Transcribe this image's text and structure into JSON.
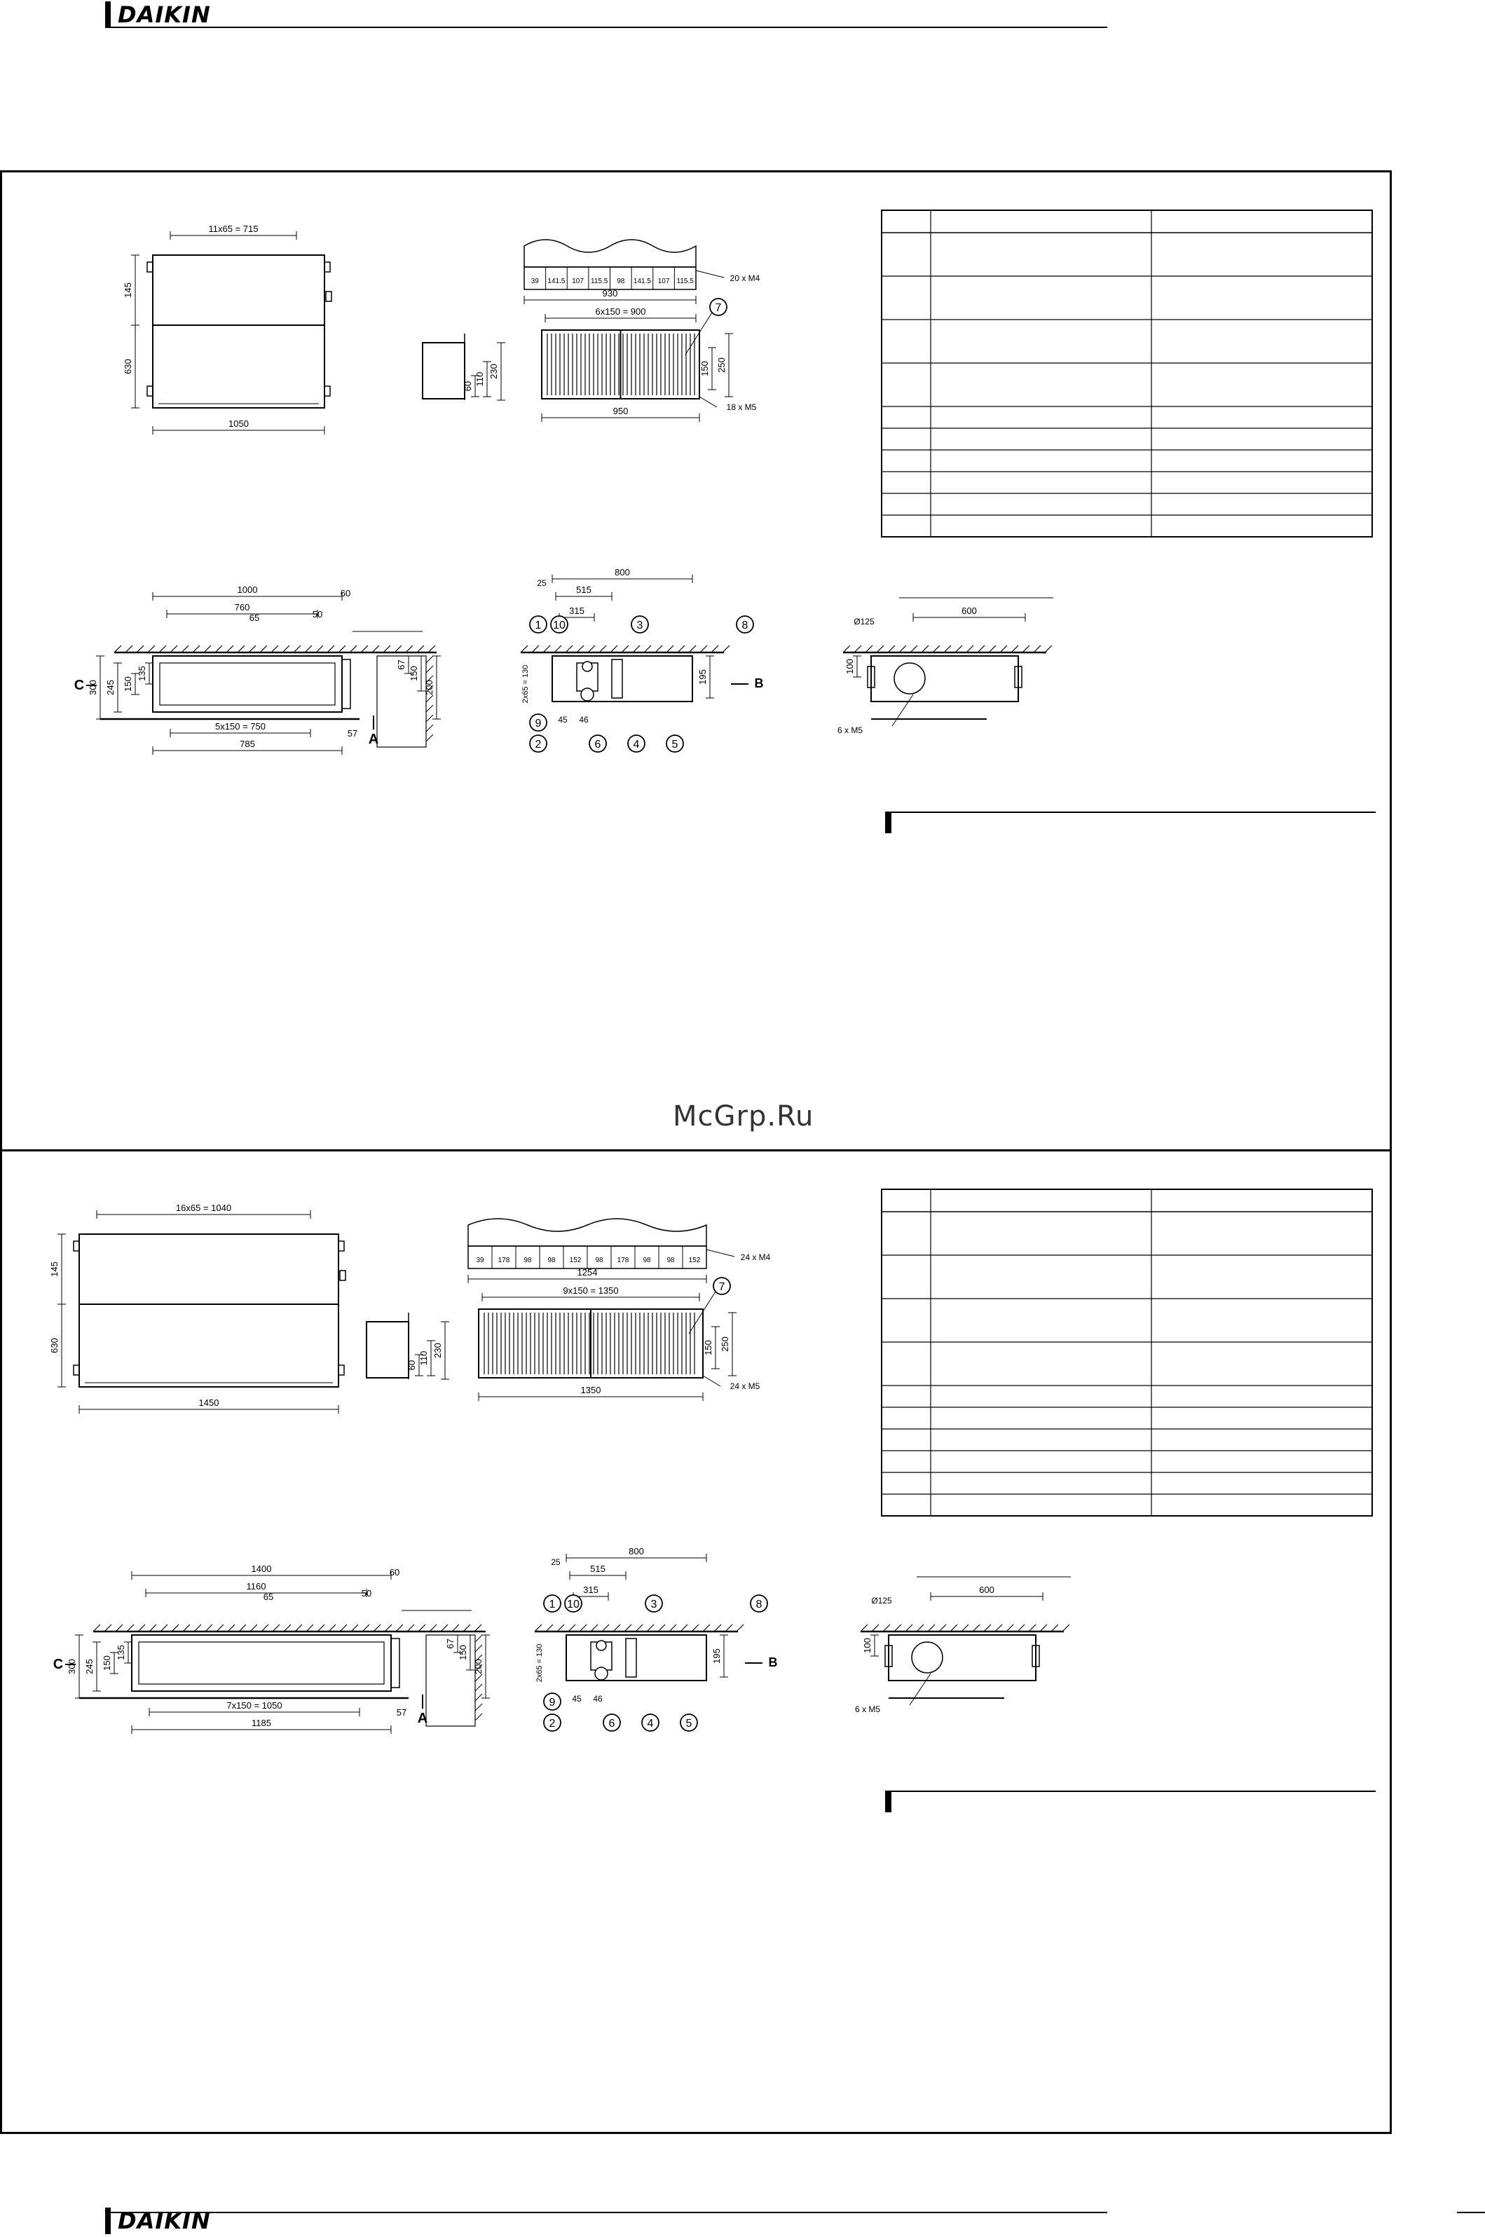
{
  "brand": {
    "name": "DAIKIN"
  },
  "watermark": {
    "text": "McGrp.Ru"
  },
  "section_a": {
    "top_view": {
      "span": "11x65 = 715",
      "depth": "1050",
      "left_top": "145",
      "left_bottom": "630"
    },
    "filter_top": {
      "cells": [
        "39",
        "141.5",
        "107",
        "115.5",
        "98",
        "141.5",
        "107",
        "115.5"
      ],
      "width": "930",
      "bolts": "20 x M4"
    },
    "filter_front": {
      "span": "6x150 = 900",
      "width": "950",
      "bolts": "18 x M5",
      "h1": "150",
      "h2": "250",
      "callout": "7"
    },
    "side_small": {
      "a": "60",
      "b": "110",
      "c": "230"
    },
    "front_view": {
      "top": "1000",
      "inner": "760",
      "d65": "65",
      "d60": "60",
      "d50": "50",
      "span": "5x150 = 750",
      "bottom": "785",
      "h300": "300",
      "h245": "245",
      "h150": "150",
      "h135": "135",
      "h67": "67",
      "h150r": "150",
      "h200": "200",
      "d57": "57",
      "label_c": "C",
      "label_a": "A"
    },
    "detail": {
      "d25": "25",
      "d800": "800",
      "d515": "515",
      "d315": "315",
      "d45": "45",
      "d46": "46",
      "d195": "195",
      "vert": "2x65 = 130",
      "label_b": "B",
      "callouts": [
        "1",
        "10",
        "3",
        "8",
        "9",
        "2",
        "6",
        "4",
        "5"
      ]
    },
    "round_view": {
      "dia": "Ø125",
      "d600": "600",
      "h100": "100",
      "bolts": "6 x M5"
    }
  },
  "section_b": {
    "top_view": {
      "span": "16x65 = 1040",
      "depth": "1450",
      "left_top": "145",
      "left_bottom": "630"
    },
    "filter_top": {
      "cells": [
        "39",
        "178",
        "98",
        "98",
        "152",
        "98",
        "178",
        "98",
        "98",
        "152"
      ],
      "width": "1254",
      "bolts": "24 x M4"
    },
    "filter_front": {
      "span": "9x150 = 1350",
      "width": "1350",
      "bolts": "24 x M5",
      "h1": "150",
      "h2": "250",
      "callout": "7"
    },
    "side_small": {
      "a": "60",
      "b": "110",
      "c": "230"
    },
    "front_view": {
      "top": "1400",
      "inner": "1160",
      "d65": "65",
      "d60": "60",
      "d50": "50",
      "span": "7x150 = 1050",
      "bottom": "1185",
      "h300": "300",
      "h245": "245",
      "h150": "150",
      "h135": "135",
      "h67": "67",
      "h150r": "150",
      "h200": "200",
      "d57": "57",
      "label_c": "C",
      "label_a": "A"
    },
    "detail": {
      "d25": "25",
      "d800": "800",
      "d515": "515",
      "d315": "315",
      "d45": "45",
      "d46": "46",
      "d195": "195",
      "vert": "2x65 = 130",
      "label_b": "B",
      "callouts": [
        "1",
        "10",
        "3",
        "8",
        "9",
        "2",
        "6",
        "4",
        "5"
      ]
    },
    "round_view": {
      "dia": "Ø125",
      "d600": "600",
      "h100": "100",
      "bolts": "6 x M5"
    }
  }
}
